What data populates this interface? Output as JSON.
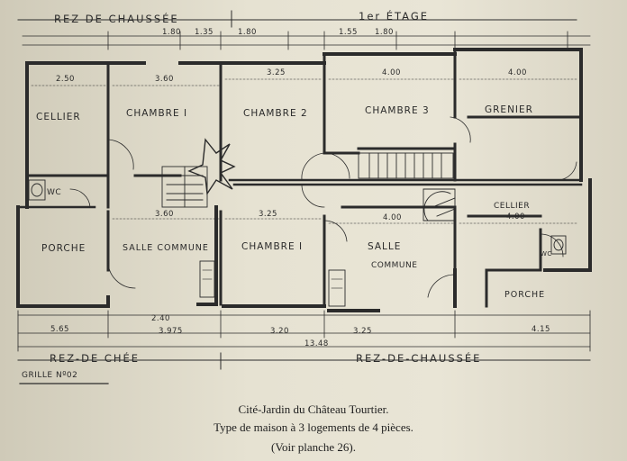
{
  "headings": {
    "top_left": "REZ DE CHAUSSÉE",
    "top_right": "1er ÉTAGE",
    "bottom_left": "REZ-DE CHÉE",
    "bottom_right": "REZ-DE-CHAUSSÉE",
    "stamp": "GRILLE Nº02"
  },
  "rooms": {
    "cellier_left": "CELLIER",
    "chambre_1": "CHAMBRE I",
    "chambre_2": "CHAMBRE 2",
    "chambre_3": "CHAMBRE 3",
    "grenier": "GRENIER",
    "wc_left": "WC",
    "porche_left": "PORCHE",
    "salle_commune_left": "SALLE COMMUNE",
    "chambre_1b": "CHAMBRE I",
    "salle_commune_right_1": "SALLE",
    "salle_commune_right_2": "COMMUNE",
    "cellier_right": "CELLIER",
    "wc_right": "WC",
    "porche_right": "PORCHE"
  },
  "dimensions": {
    "top_1": "1.80",
    "top_2": "1.35",
    "top_3": "1.80",
    "top_4": "1.55",
    "top_5": "1.80",
    "cellier_w": "2.50",
    "chambre1_w": "3.60",
    "chambre2_w": "3.25",
    "chambre3_w": "4.00",
    "grenier_w": "4.00",
    "salle_left_w": "3.60",
    "chambre1b_w": "3.25",
    "salle_right_w": "4.00",
    "cellier_right_w": "4.00",
    "bottom_1": "5.65",
    "bottom_2": "2.40",
    "bottom_3": "3.975",
    "bottom_4": "3.20",
    "bottom_5": "3.25",
    "bottom_6": "4.15",
    "total": "13.48"
  },
  "caption": {
    "line1": "Cité-Jardin du Château Tourtier.",
    "line2": "Type de maison à 3 logements de 4 pièces.",
    "line3": "(Voir planche 26)."
  }
}
